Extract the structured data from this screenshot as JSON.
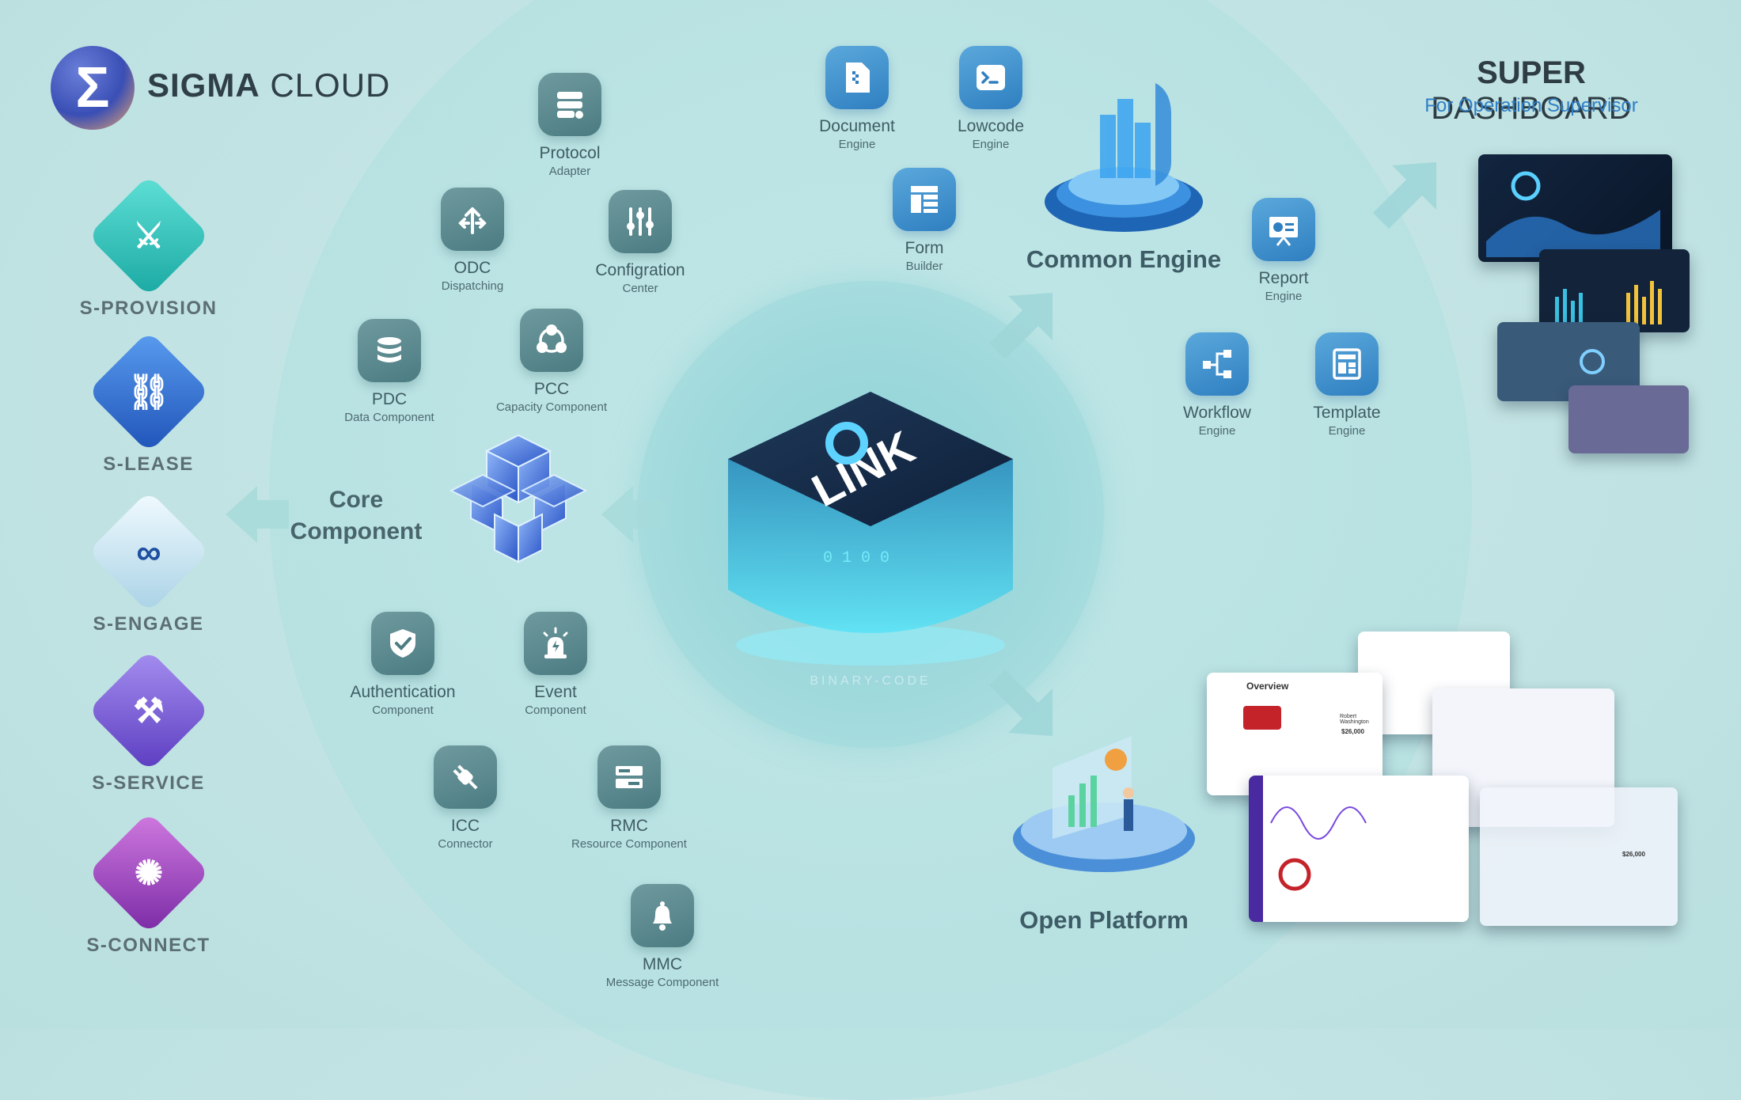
{
  "brand": {
    "name_bold": "SIGMA",
    "name_light": "CLOUD",
    "logo_glyph": "Σ"
  },
  "products": [
    {
      "label": "S-PROVISION",
      "icon": "trident-icon",
      "color": "#22b8b0"
    },
    {
      "label": "S-LEASE",
      "icon": "chain-link-icon",
      "color": "#2f6fd0"
    },
    {
      "label": "S-ENGAGE",
      "icon": "swirl-icon",
      "color": "#b7d9ea"
    },
    {
      "label": "S-SERVICE",
      "icon": "wrench-icon",
      "color": "#7b5ed1"
    },
    {
      "label": "S-CONNECT",
      "icon": "network-icon",
      "color": "#9a4ab8"
    }
  ],
  "core": {
    "line1": "Core",
    "line2": "Component"
  },
  "components": {
    "protocol": {
      "title": "Protocol",
      "sub": "Adapter"
    },
    "odc": {
      "title": "ODC",
      "sub": "Dispatching"
    },
    "config": {
      "title": "Configration",
      "sub": "Center"
    },
    "pdc": {
      "title": "PDC",
      "sub": "Data Component"
    },
    "pcc": {
      "title": "PCC",
      "sub": "Capacity Component"
    },
    "auth": {
      "title": "Authentication",
      "sub": "Component"
    },
    "event": {
      "title": "Event",
      "sub": "Component"
    },
    "icc": {
      "title": "ICC",
      "sub": "Connector"
    },
    "rmc": {
      "title": "RMC",
      "sub": "Resource Component"
    },
    "mmc": {
      "title": "MMC",
      "sub": "Message Component"
    }
  },
  "link": {
    "label": "LINK",
    "binary": "BINARY-CODE",
    "digits": "0 1 0 0"
  },
  "engines": {
    "document": {
      "title": "Document",
      "sub": "Engine"
    },
    "lowcode": {
      "title": "Lowcode",
      "sub": "Engine"
    },
    "form": {
      "title": "Form",
      "sub": "Builder"
    },
    "report": {
      "title": "Report",
      "sub": "Engine"
    },
    "workflow": {
      "title": "Workflow",
      "sub": "Engine"
    },
    "template": {
      "title": "Template",
      "sub": "Engine"
    }
  },
  "common_engine": "Common Engine",
  "open_platform": "Open Platform",
  "dashboard": {
    "title_bold": "SUPER",
    "title_light": "DASHBOARD",
    "subtitle": "For Operation Supervisor"
  },
  "preview": {
    "overview": "Overview",
    "person": "Robert Washington",
    "amount": "$26,000"
  }
}
